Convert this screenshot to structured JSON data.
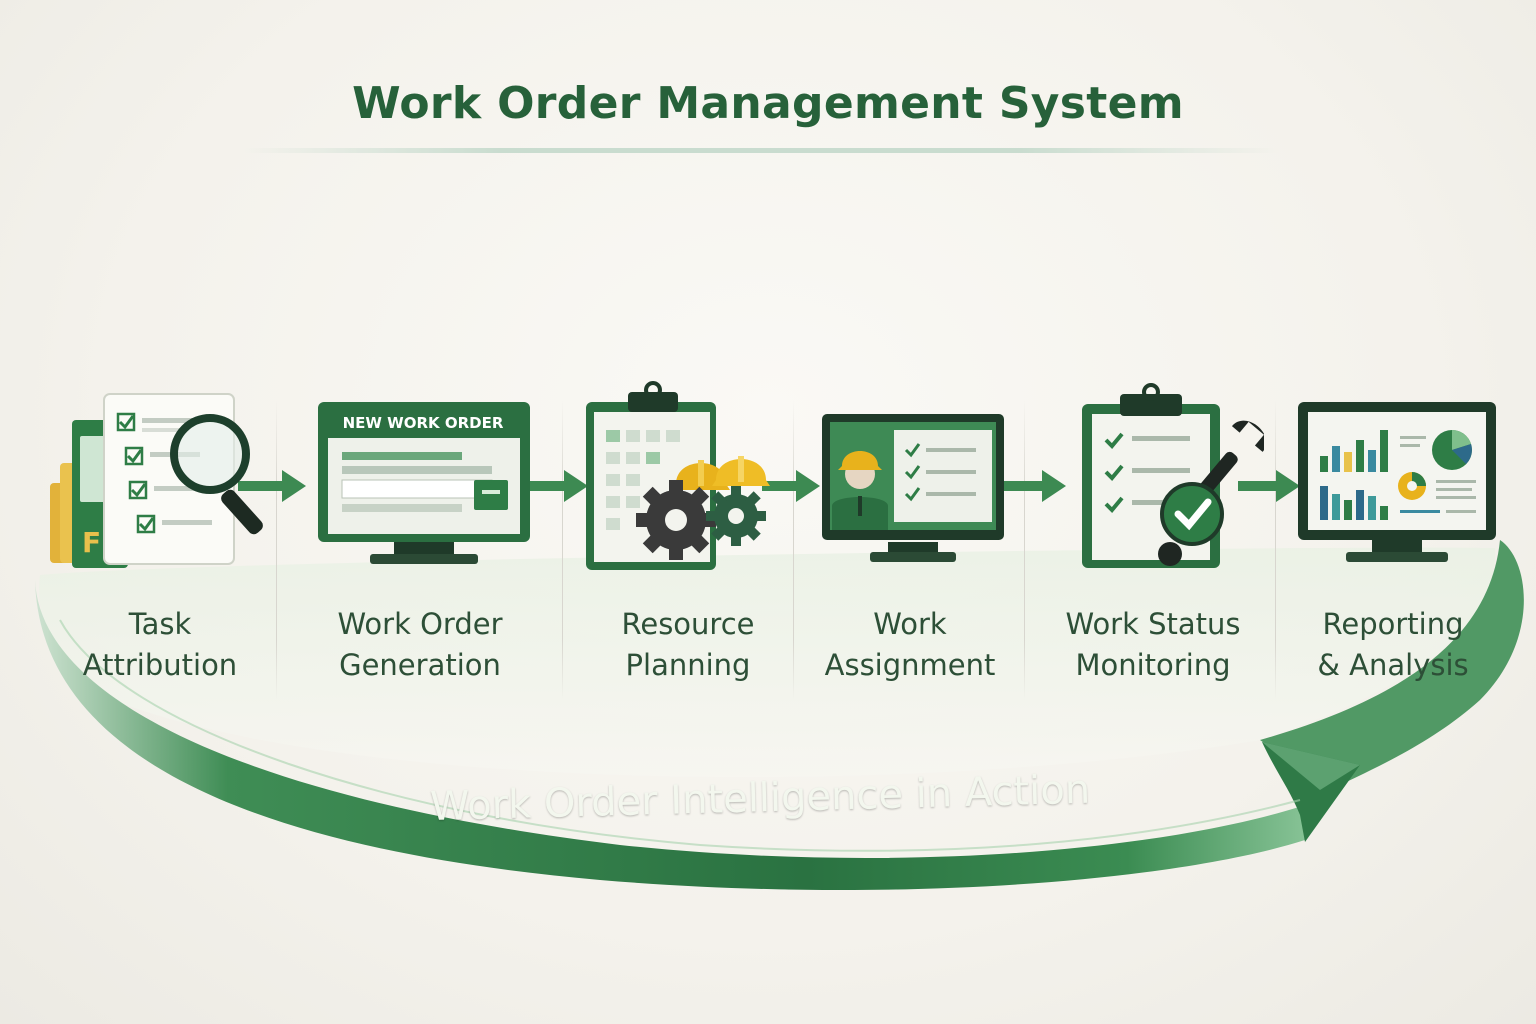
{
  "title": "Work Order Management System",
  "steps": [
    {
      "line1": "Task",
      "line2": "Attribution",
      "icon": "checklist-magnifier-icon"
    },
    {
      "line1": "Work Order",
      "line2": "Generation",
      "icon": "monitor-new-work-order-icon",
      "screen_text": "NEW WORK ORDER"
    },
    {
      "line1": "Resource",
      "line2": "Planning",
      "icon": "calendar-hardhats-gears-icon"
    },
    {
      "line1": "Work",
      "line2": "Assignment",
      "icon": "monitor-worker-checklist-icon"
    },
    {
      "line1": "Work Status",
      "line2": "Monitoring",
      "icon": "clipboard-wrench-check-icon"
    },
    {
      "line1": "Reporting",
      "line2": "& Analysis",
      "icon": "monitor-charts-icon"
    }
  ],
  "banner": "Work Order Intelligence in Action",
  "colors": {
    "primary_green": "#2e7d46",
    "dark_green": "#1f5a33",
    "light_green": "#8cc79a",
    "accent_yellow": "#e8b21c",
    "text_green": "#27613a",
    "background": "#f5f3ee"
  }
}
